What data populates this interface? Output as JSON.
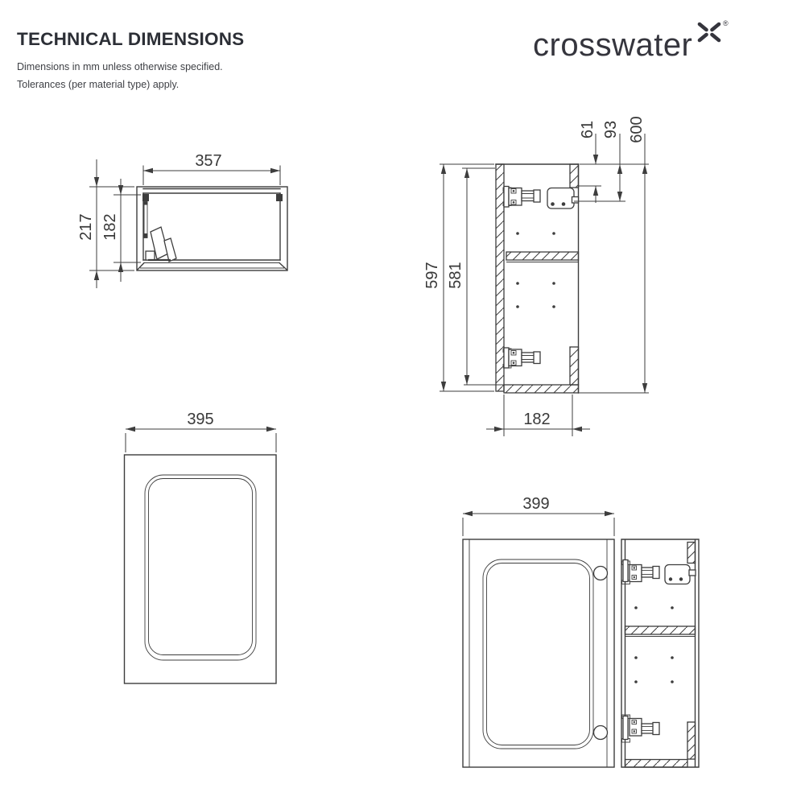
{
  "header": {
    "title": "TECHNICAL DIMENSIONS",
    "note_units": "Dimensions in mm unless otherwise specified.",
    "note_tolerances": "Tolerances (per material type) apply.",
    "brand": "crosswater",
    "registered_mark": "®"
  },
  "views": {
    "plan_top": {
      "inner_width_mm": "357",
      "outer_depth_mm": "217",
      "inner_depth_mm": "182"
    },
    "side_section": {
      "carcass_height_mm": "597",
      "internal_height_mm": "581",
      "hinge_top_offset_mm": "61",
      "hinge_plate_offset_mm": "93",
      "overall_height_mm": "600",
      "internal_depth_mm": "182"
    },
    "door_front": {
      "door_width_mm": "395"
    },
    "door_open_side": {
      "door_width_mm": "399"
    }
  }
}
